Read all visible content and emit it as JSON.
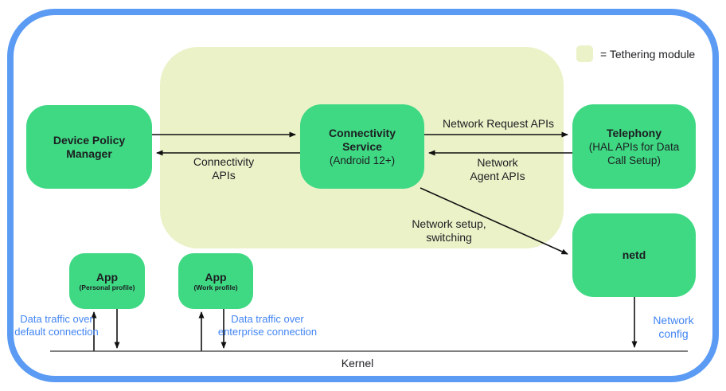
{
  "legend": {
    "label": "= Tethering module"
  },
  "colors": {
    "box_green": "#3fd984",
    "tethering_module_bg": "#ebf2c8",
    "frame_blue": "#5b9bf4",
    "label_blue": "#4285f4"
  },
  "boxes": {
    "device_policy_manager": {
      "title_lines": [
        "Device Policy",
        "Manager"
      ]
    },
    "connectivity_service": {
      "title_lines": [
        "Connectivity",
        "Service"
      ],
      "subtitle": "(Android 12+)"
    },
    "telephony": {
      "title": "Telephony",
      "subtitle_lines": [
        "(HAL APIs for Data",
        "Call Setup)"
      ]
    },
    "netd": {
      "title": "netd"
    },
    "app_personal": {
      "title": "App",
      "subtitle": "(Personal profile)"
    },
    "app_work": {
      "title": "App",
      "subtitle": "(Work profile)"
    }
  },
  "labels": {
    "network_request_apis": [
      "Network Request APIs"
    ],
    "connectivity_apis": [
      "Connectivity",
      "APIs"
    ],
    "network_agent_apis": [
      "Network",
      "Agent APIs"
    ],
    "network_setup_switching": [
      "Network setup,",
      "switching"
    ],
    "network_config": [
      "Network",
      "config"
    ],
    "data_traffic_default": [
      "Data traffic over",
      "default connection"
    ],
    "data_traffic_enterprise": [
      "Data traffic over",
      "enterprise connection"
    ],
    "kernel": "Kernel"
  }
}
